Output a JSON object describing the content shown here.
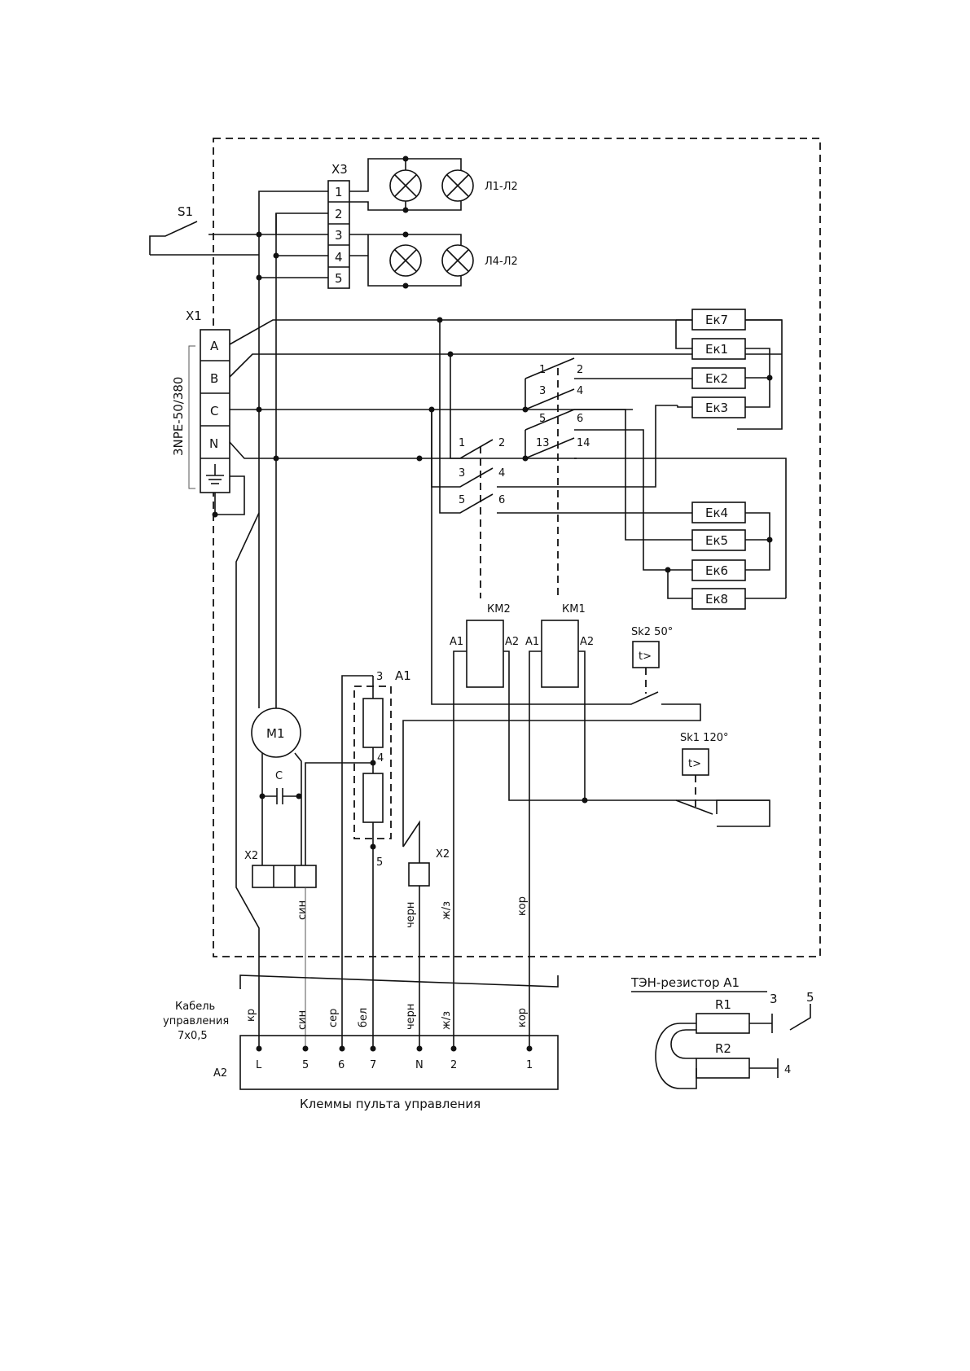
{
  "s1": "S1",
  "x3": {
    "label": "X3",
    "terminals": [
      "1",
      "2",
      "3",
      "4",
      "5"
    ]
  },
  "lamps": {
    "upper": "Л1-Л2",
    "lower": "Л4-Л2"
  },
  "x1": {
    "label": "X1",
    "terminals": [
      "A",
      "B",
      "C",
      "N"
    ],
    "supply": "3NPE-50/380"
  },
  "heaters": [
    "Ек7",
    "Ек1",
    "Ек2",
    "Ек3",
    "Ек4",
    "Ек5",
    "Ек6",
    "Ек8"
  ],
  "km1": {
    "label": "КМ1",
    "contacts": [
      "1",
      "2",
      "3",
      "4",
      "5",
      "6",
      "13",
      "14"
    ],
    "a1": "A1",
    "a2": "A2"
  },
  "km2": {
    "label": "КМ2",
    "contacts": [
      "1",
      "2",
      "3",
      "4",
      "5",
      "6"
    ],
    "a1": "A1",
    "a2": "A2"
  },
  "sk2": {
    "label": "Sk2 50°",
    "symbol": "t>"
  },
  "sk1": {
    "label": "Sk1 120°",
    "symbol": "t>"
  },
  "m1": "M1",
  "capacitor": "C",
  "a1_block": {
    "label": "A1",
    "pins": [
      "3",
      "4",
      "5"
    ]
  },
  "x2": "X2",
  "wire_colors": {
    "sin": "син",
    "chern": "черн",
    "zh_z": "ж/з",
    "kor": "кор"
  },
  "cable": {
    "line1": "Кабель",
    "line2": "управления",
    "line3": "7х0,5"
  },
  "bottom_wires": [
    "кр",
    "син",
    "сер",
    "бел",
    "черн",
    "ж/з",
    "кор"
  ],
  "a2_terminals": [
    "L",
    "5",
    "6",
    "7",
    "N",
    "2",
    "1"
  ],
  "a2": "A2",
  "panel_caption": "Клеммы пульта управления",
  "ten": {
    "title": "ТЭН-резистор A1",
    "r1": "R1",
    "r2": "R2",
    "pins": [
      "3",
      "5",
      "4"
    ]
  }
}
